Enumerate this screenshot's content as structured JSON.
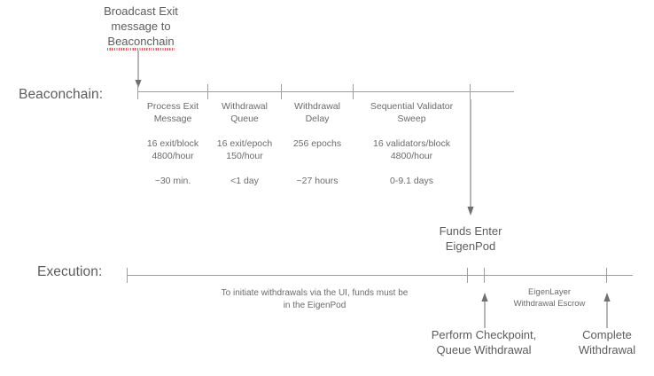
{
  "diagram": {
    "title_lines": [
      "Broadcast Exit",
      "message to",
      "Beaconchain"
    ],
    "misspelled_word": "Beaconchain",
    "line_color": "#9e9e9e",
    "text_color": "#5c5c5c",
    "small_text_color": "#6b6b6b",
    "spellcheck_color": "#e23b3b"
  },
  "lanes": {
    "beaconchain_label": "Beaconchain:",
    "execution_label": "Execution:"
  },
  "beaconchain_segments": [
    {
      "title_line1": "Process Exit",
      "title_line2": "Message",
      "rate_line1": "16 exit/block",
      "rate_line2": "4800/hour",
      "duration": "~30 min."
    },
    {
      "title_line1": "Withdrawal",
      "title_line2": "Queue",
      "rate_line1": "16 exit/epoch",
      "rate_line2": "150/hour",
      "duration": "<1 day"
    },
    {
      "title_line1": "Withdrawal",
      "title_line2": "Delay",
      "rate_line1": "256 epochs",
      "rate_line2": "",
      "duration": "~27 hours"
    },
    {
      "title_line1": "Sequential Validator",
      "title_line2": "Sweep",
      "rate_line1": "16 validators/block",
      "rate_line2": "4800/hour",
      "duration": "0-9.1 days"
    }
  ],
  "milestones": {
    "funds_enter_line1": "Funds Enter",
    "funds_enter_line2": "EigenPod",
    "perform_checkpoint_line1": "Perform Checkpoint,",
    "perform_checkpoint_line2": "Queue Withdrawal",
    "complete_withdrawal_line1": "Complete",
    "complete_withdrawal_line2": "Withdrawal"
  },
  "execution_notes": {
    "ui_note_line1": "To initiate withdrawals via the UI, funds must be",
    "ui_note_line2": "in the EigenPod",
    "escrow_line1": "EigenLayer",
    "escrow_line2": "Withdrawal Escrow"
  }
}
